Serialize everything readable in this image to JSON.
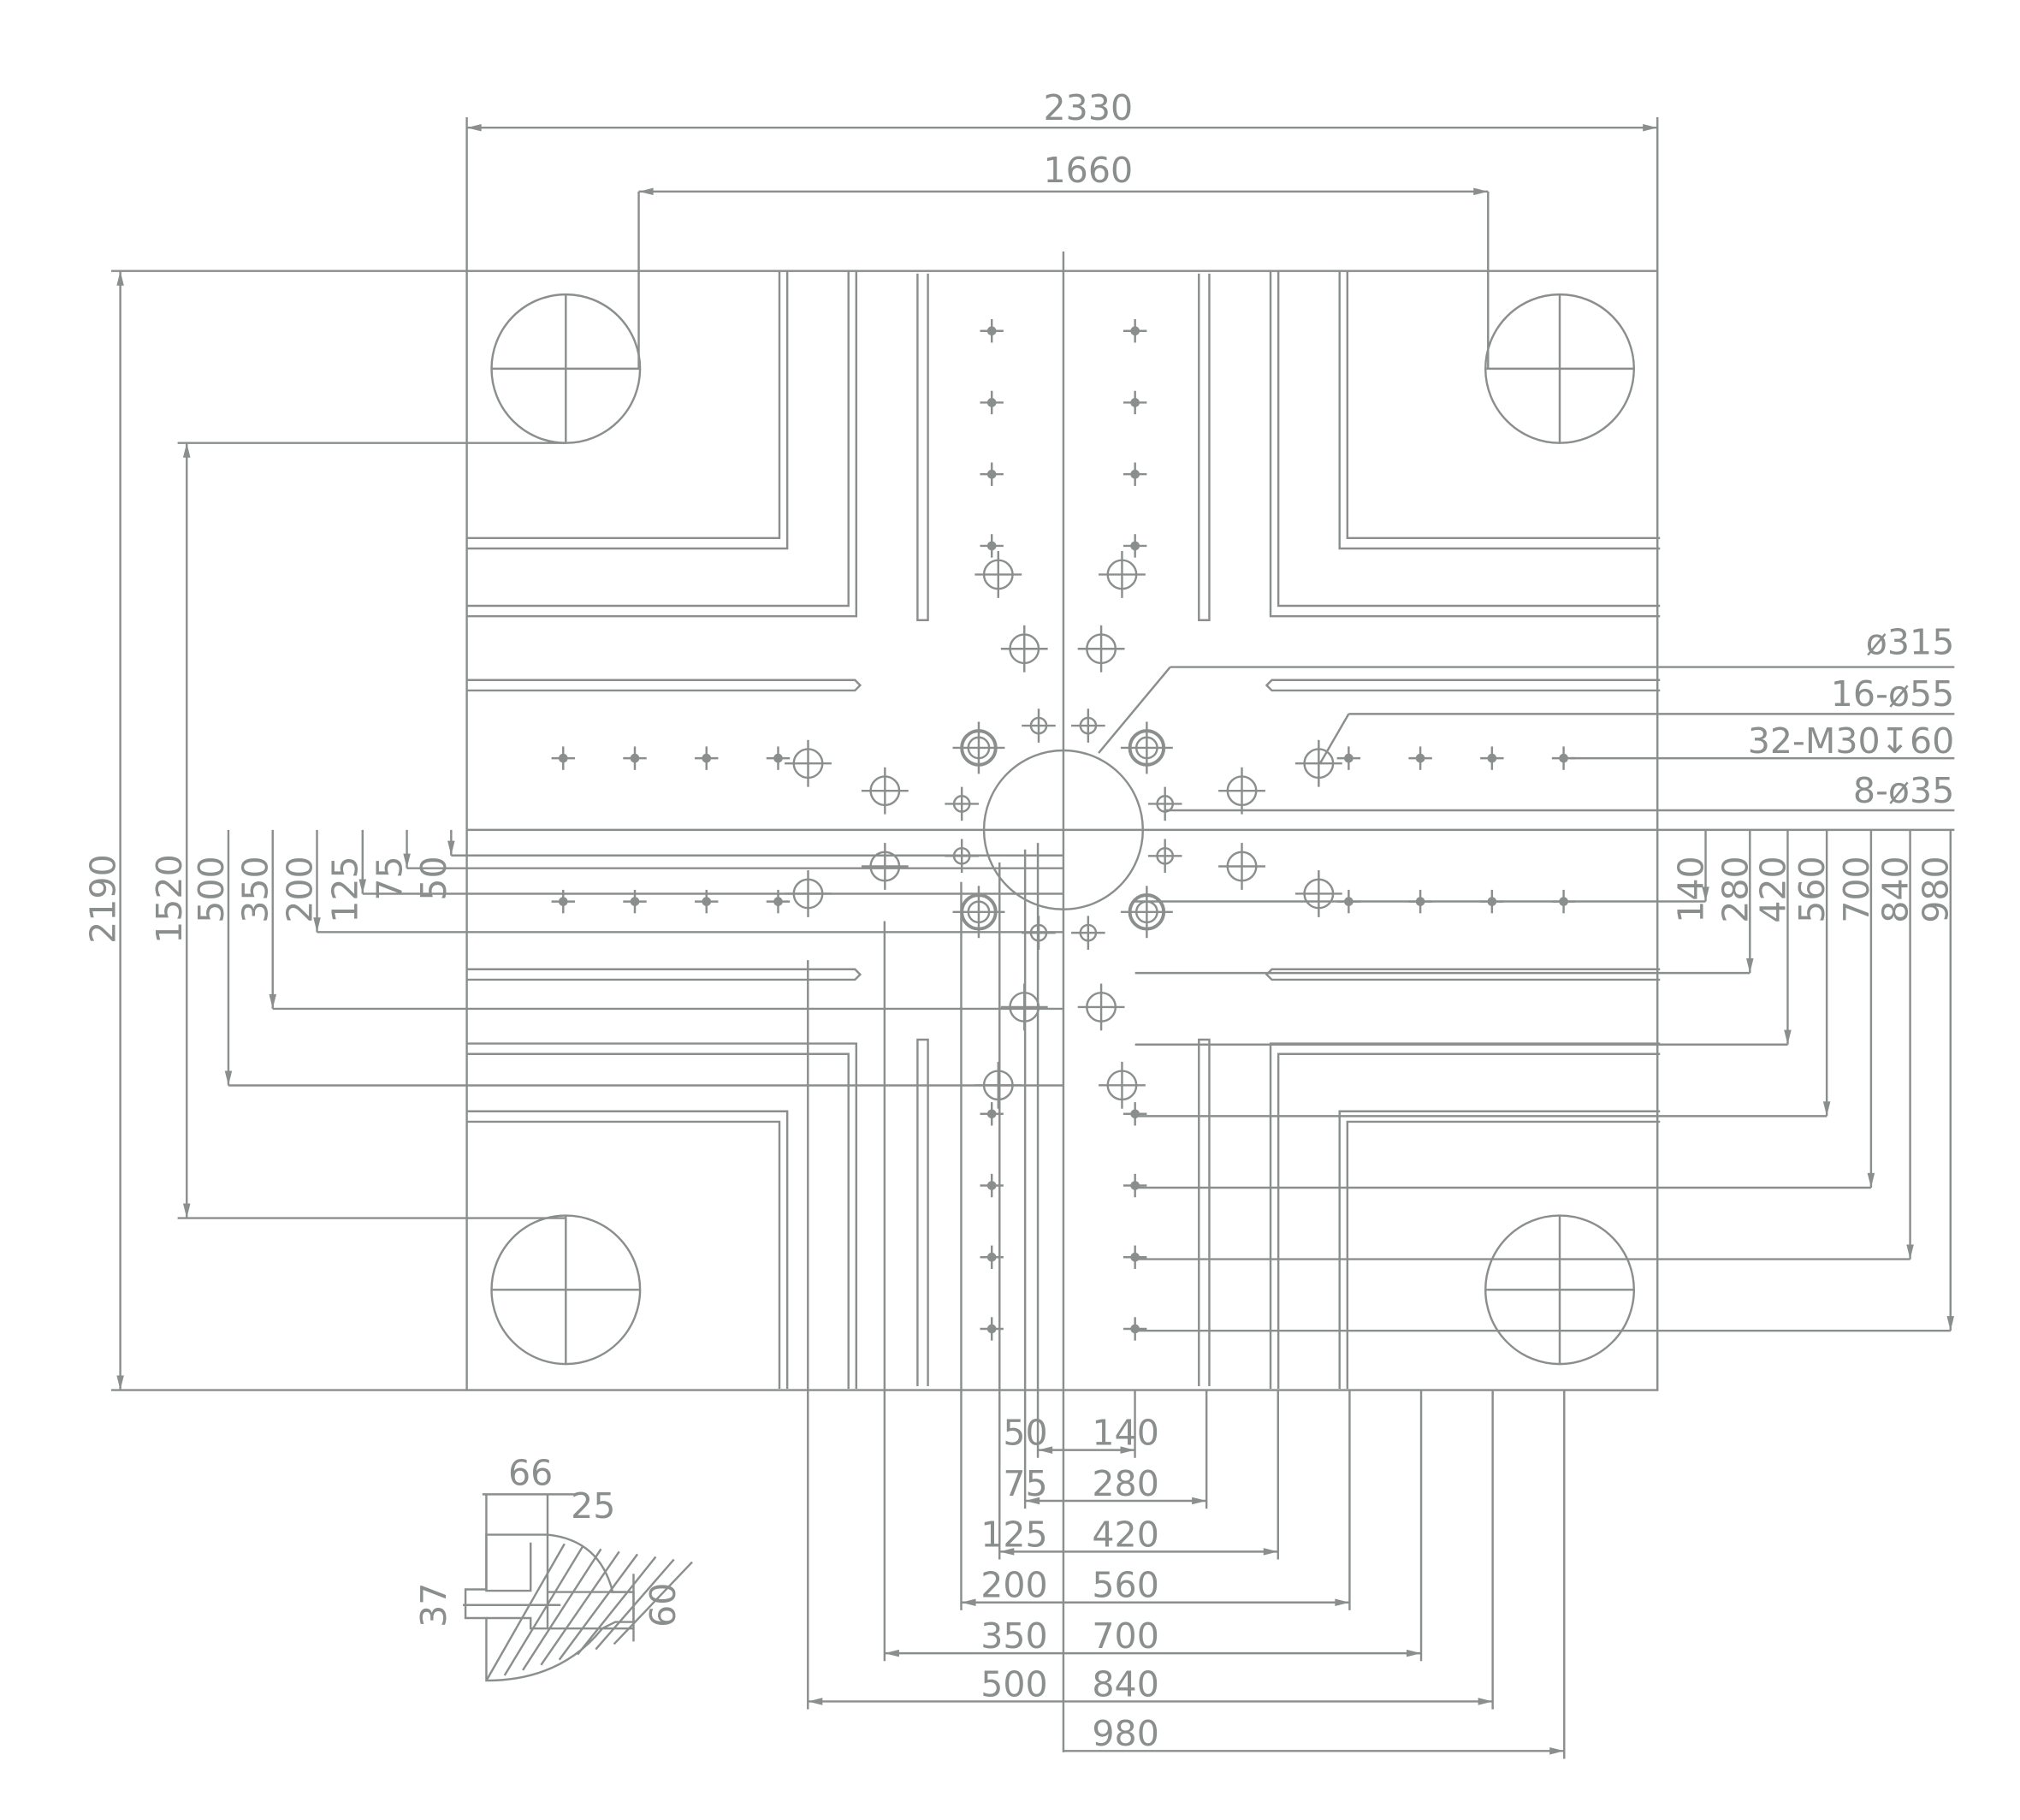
{
  "overall": {
    "width_label": "2330",
    "tiebar_h_label": "1660",
    "height_label": "2190",
    "tiebar_v_label": "1520"
  },
  "callouts": [
    "ø315",
    "16-ø55",
    "32-M30↧60",
    "8-ø35"
  ],
  "left_dims": [
    "500",
    "350",
    "200",
    "125",
    "75",
    "50"
  ],
  "right_dims": [
    "140",
    "280",
    "420",
    "560",
    "700",
    "840",
    "980"
  ],
  "bottom_left_dims": [
    "50",
    "75",
    "125",
    "200",
    "350",
    "500"
  ],
  "bottom_right_dims": [
    "140",
    "280",
    "420",
    "560",
    "700",
    "840",
    "980"
  ],
  "tslot_detail": {
    "width_label": "66",
    "neck_label": "25",
    "slot_label": "37",
    "depth_label": "60"
  },
  "colors": {
    "line": "#8a8f8e",
    "background": "#ffffff"
  }
}
